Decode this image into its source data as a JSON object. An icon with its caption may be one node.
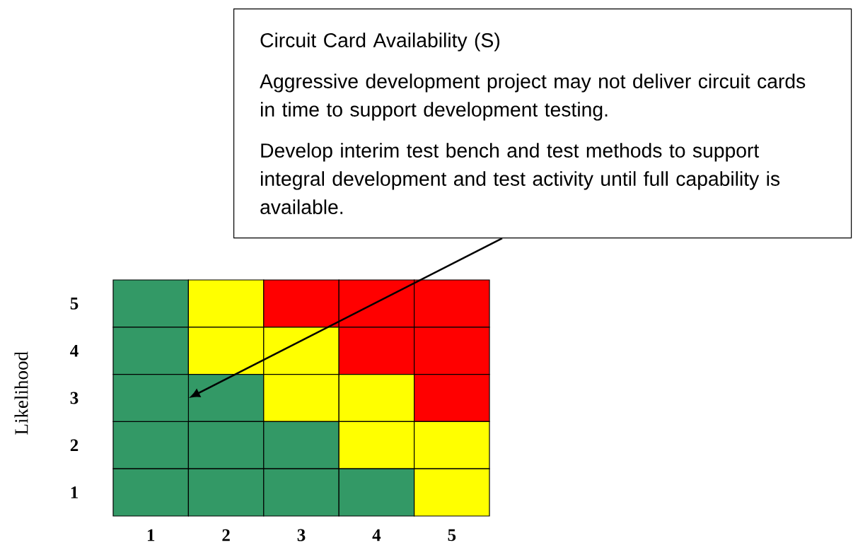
{
  "diagram": {
    "nodes": [
      {
        "text": [
          "Circuit Card Availability (S)",
          "Aggressive development project may not deliver circuit cards in time to support development testing.",
          "Develop interim test bench and test methods to support integral development and test activity until full capability is available."
        ]
      },
      {
        "text": [],
        "shape": "box"
      }
    ],
    "edges": [
      {
        "from": 0,
        "to": 1,
        "arrow": "to"
      }
    ],
    "labels": [
      "5",
      "4",
      "3",
      "2",
      "1",
      "Likelihood",
      "1",
      "2",
      "3",
      "4",
      "5"
    ]
  }
}
